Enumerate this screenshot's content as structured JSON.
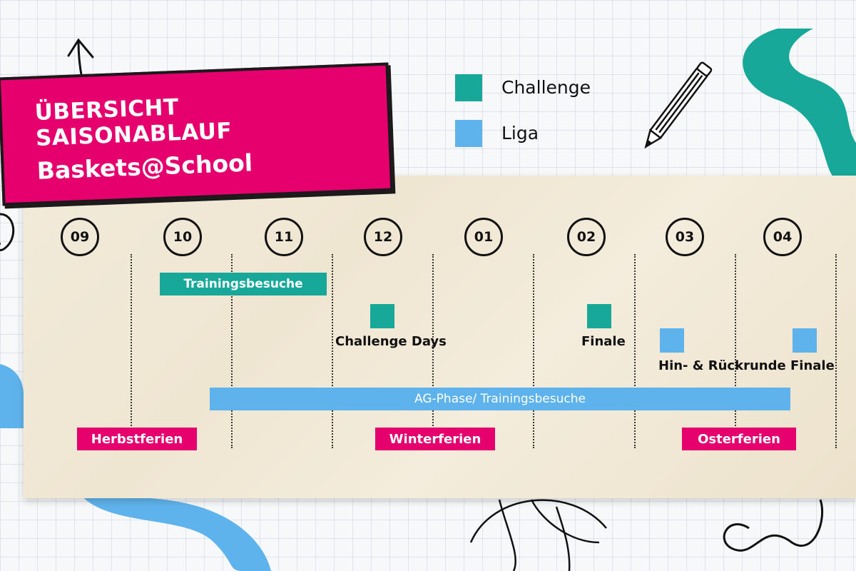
{
  "title": {
    "line1": "ÜBERSICHT SAISONABLAUF",
    "line2": "Baskets@School"
  },
  "legend": [
    {
      "label": "Challenge",
      "color": "#17a89a"
    },
    {
      "label": "Liga",
      "color": "#5fb3ec"
    }
  ],
  "months": [
    "09",
    "10",
    "11",
    "12",
    "01",
    "02",
    "03",
    "04"
  ],
  "bars": {
    "trainingsbesuche": "Trainingsbesuche",
    "ag_phase": "AG-Phase/ Trainingsbesuche"
  },
  "events": {
    "challenge_days": "Challenge Days",
    "challenge_finale": "Finale",
    "liga_rounds": "Hin- & Rückrunde",
    "liga_finale": "Finale"
  },
  "holidays": {
    "herbst": "Herbstferien",
    "winter": "Winterferien",
    "oster": "Osterferien"
  },
  "colors": {
    "challenge": "#17a89a",
    "liga": "#5fb3ec",
    "holiday": "#e5006d"
  },
  "icons": [
    "pencil-icon",
    "basketball-icon",
    "arrow-up-icon"
  ]
}
